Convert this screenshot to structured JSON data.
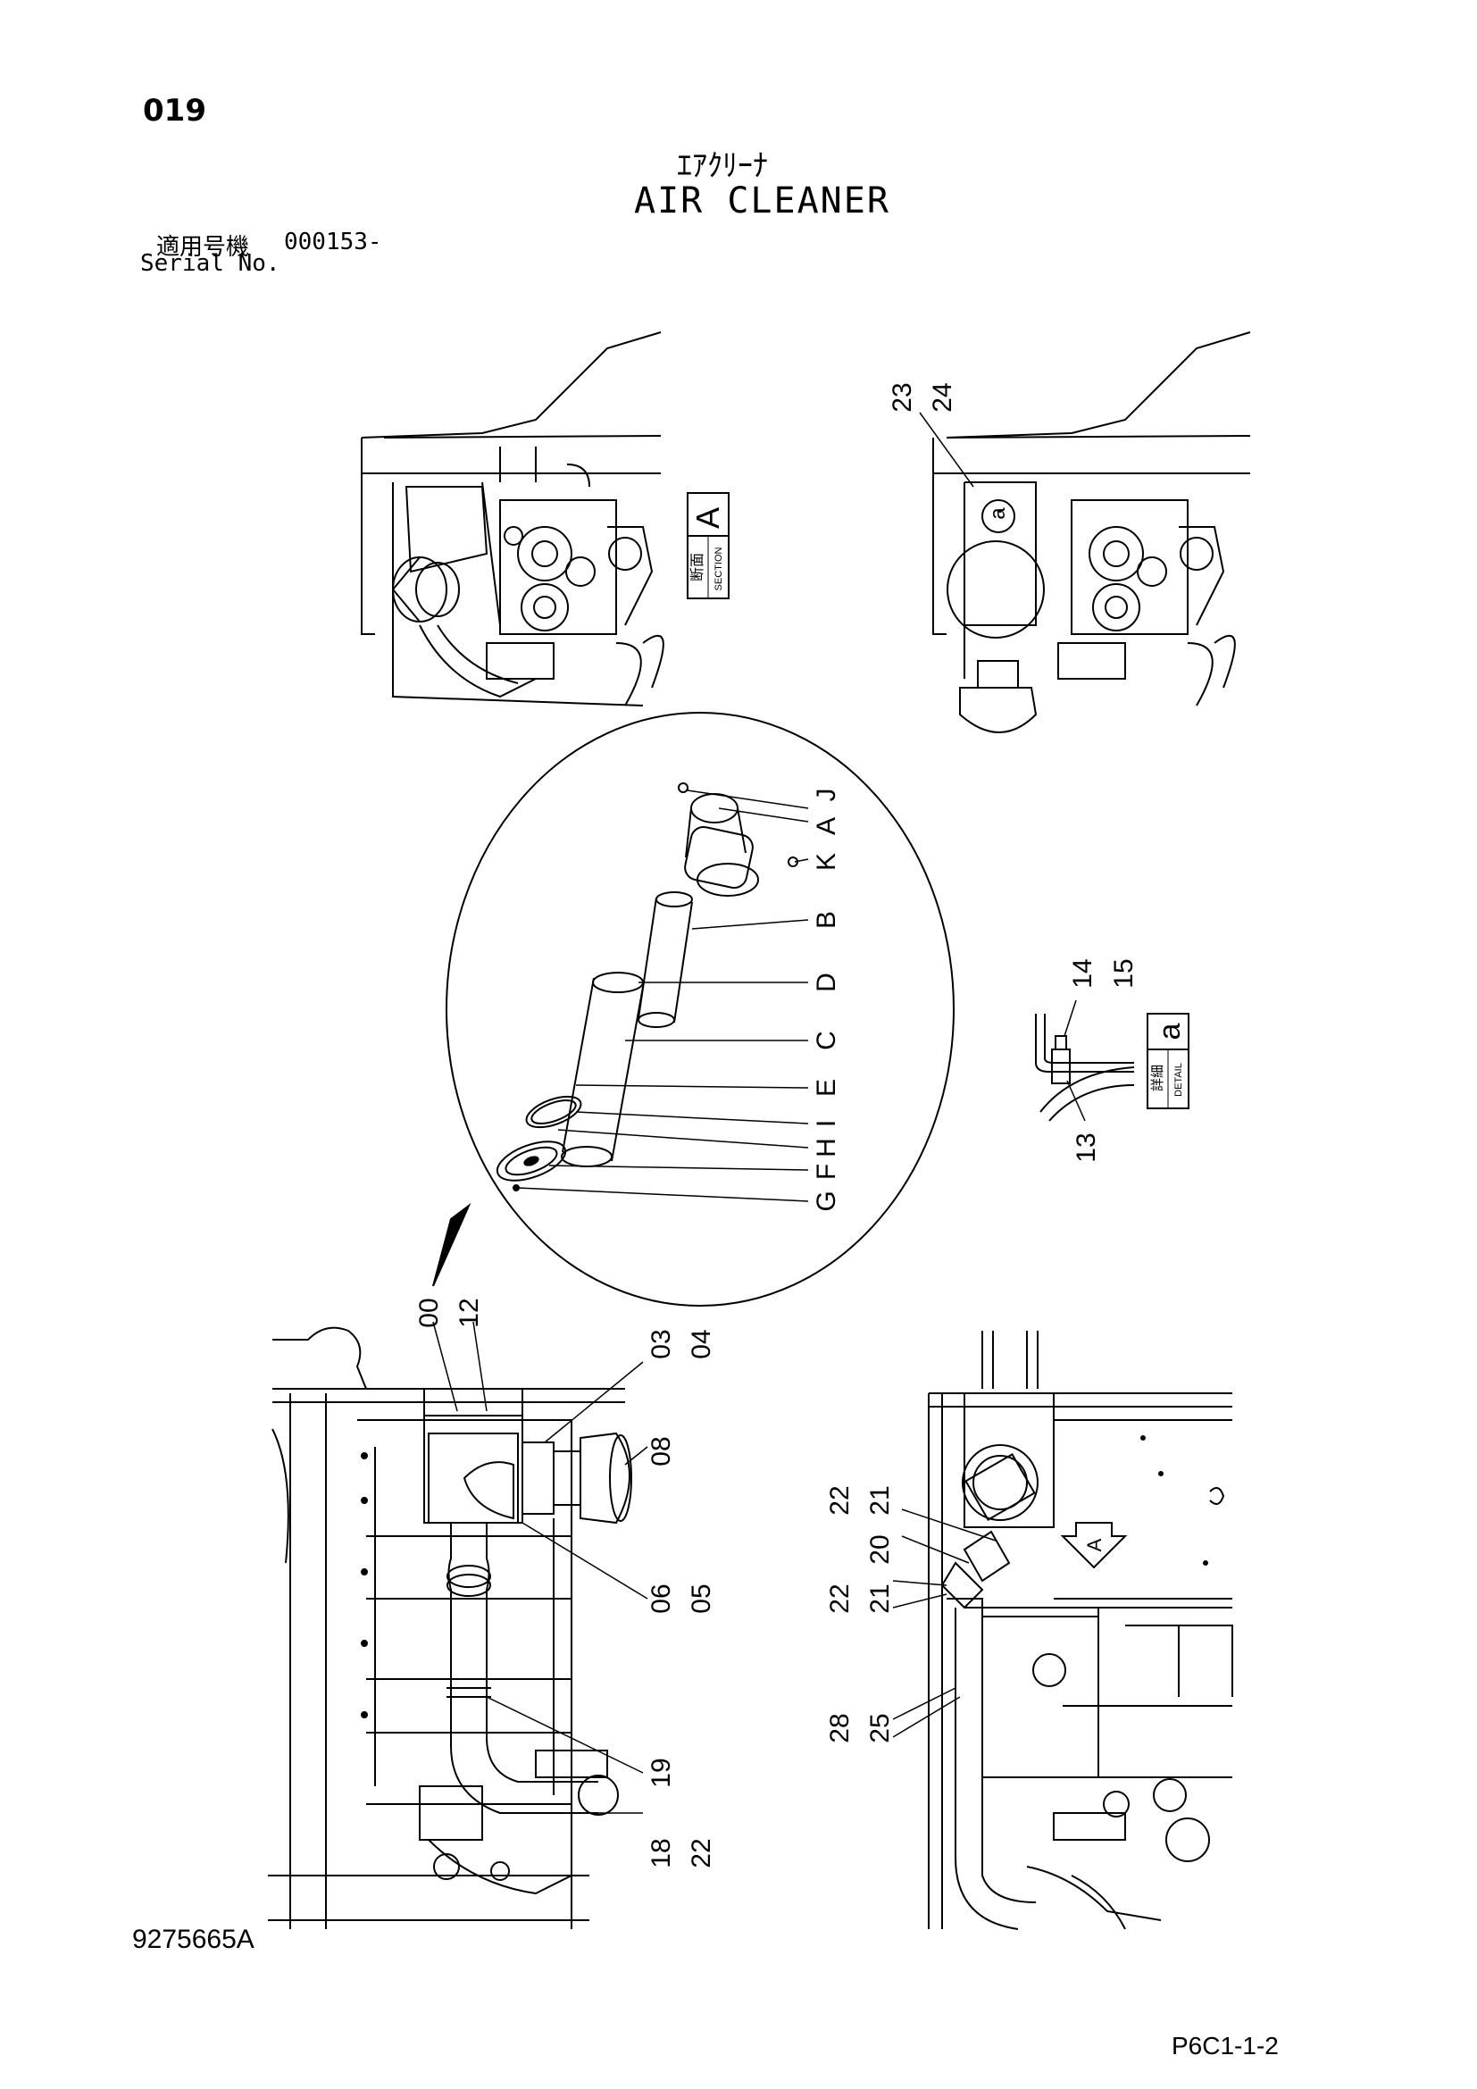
{
  "header": {
    "page_number": "019",
    "title_jp": "ｴｱｸﾘｰﾅ",
    "title_en": "AIR CLEANER",
    "serial_label_jp": "適用号機",
    "serial_value": "000153-",
    "serial_label_en": "Serial No."
  },
  "section_box": {
    "letter": "A",
    "jp": "断面",
    "en": "SECTION"
  },
  "detail_box": {
    "letter": "a",
    "jp": "詳細",
    "en": "DETAIL"
  },
  "views": {
    "front_view_left": {
      "callouts": []
    },
    "front_view_right": {
      "callouts": [
        "23",
        "24"
      ],
      "detail_marker": "a"
    },
    "exploded": {
      "callouts": [
        "J",
        "A",
        "K",
        "B",
        "D",
        "C",
        "E",
        "I",
        "H",
        "F",
        "G"
      ]
    },
    "detail_a": {
      "callouts": [
        "14",
        "15",
        "13"
      ]
    },
    "side_view_left": {
      "callouts": [
        "00",
        "12",
        "03",
        "04",
        "08",
        "06",
        "05",
        "19",
        "18",
        "22"
      ]
    },
    "side_view_right": {
      "callouts": [
        "22",
        "21",
        "20",
        "22",
        "21",
        "28",
        "25"
      ],
      "section_marker": "A"
    }
  },
  "footer": {
    "doc_code": "9275665A",
    "sheet_code": "P6C1-1-2"
  }
}
